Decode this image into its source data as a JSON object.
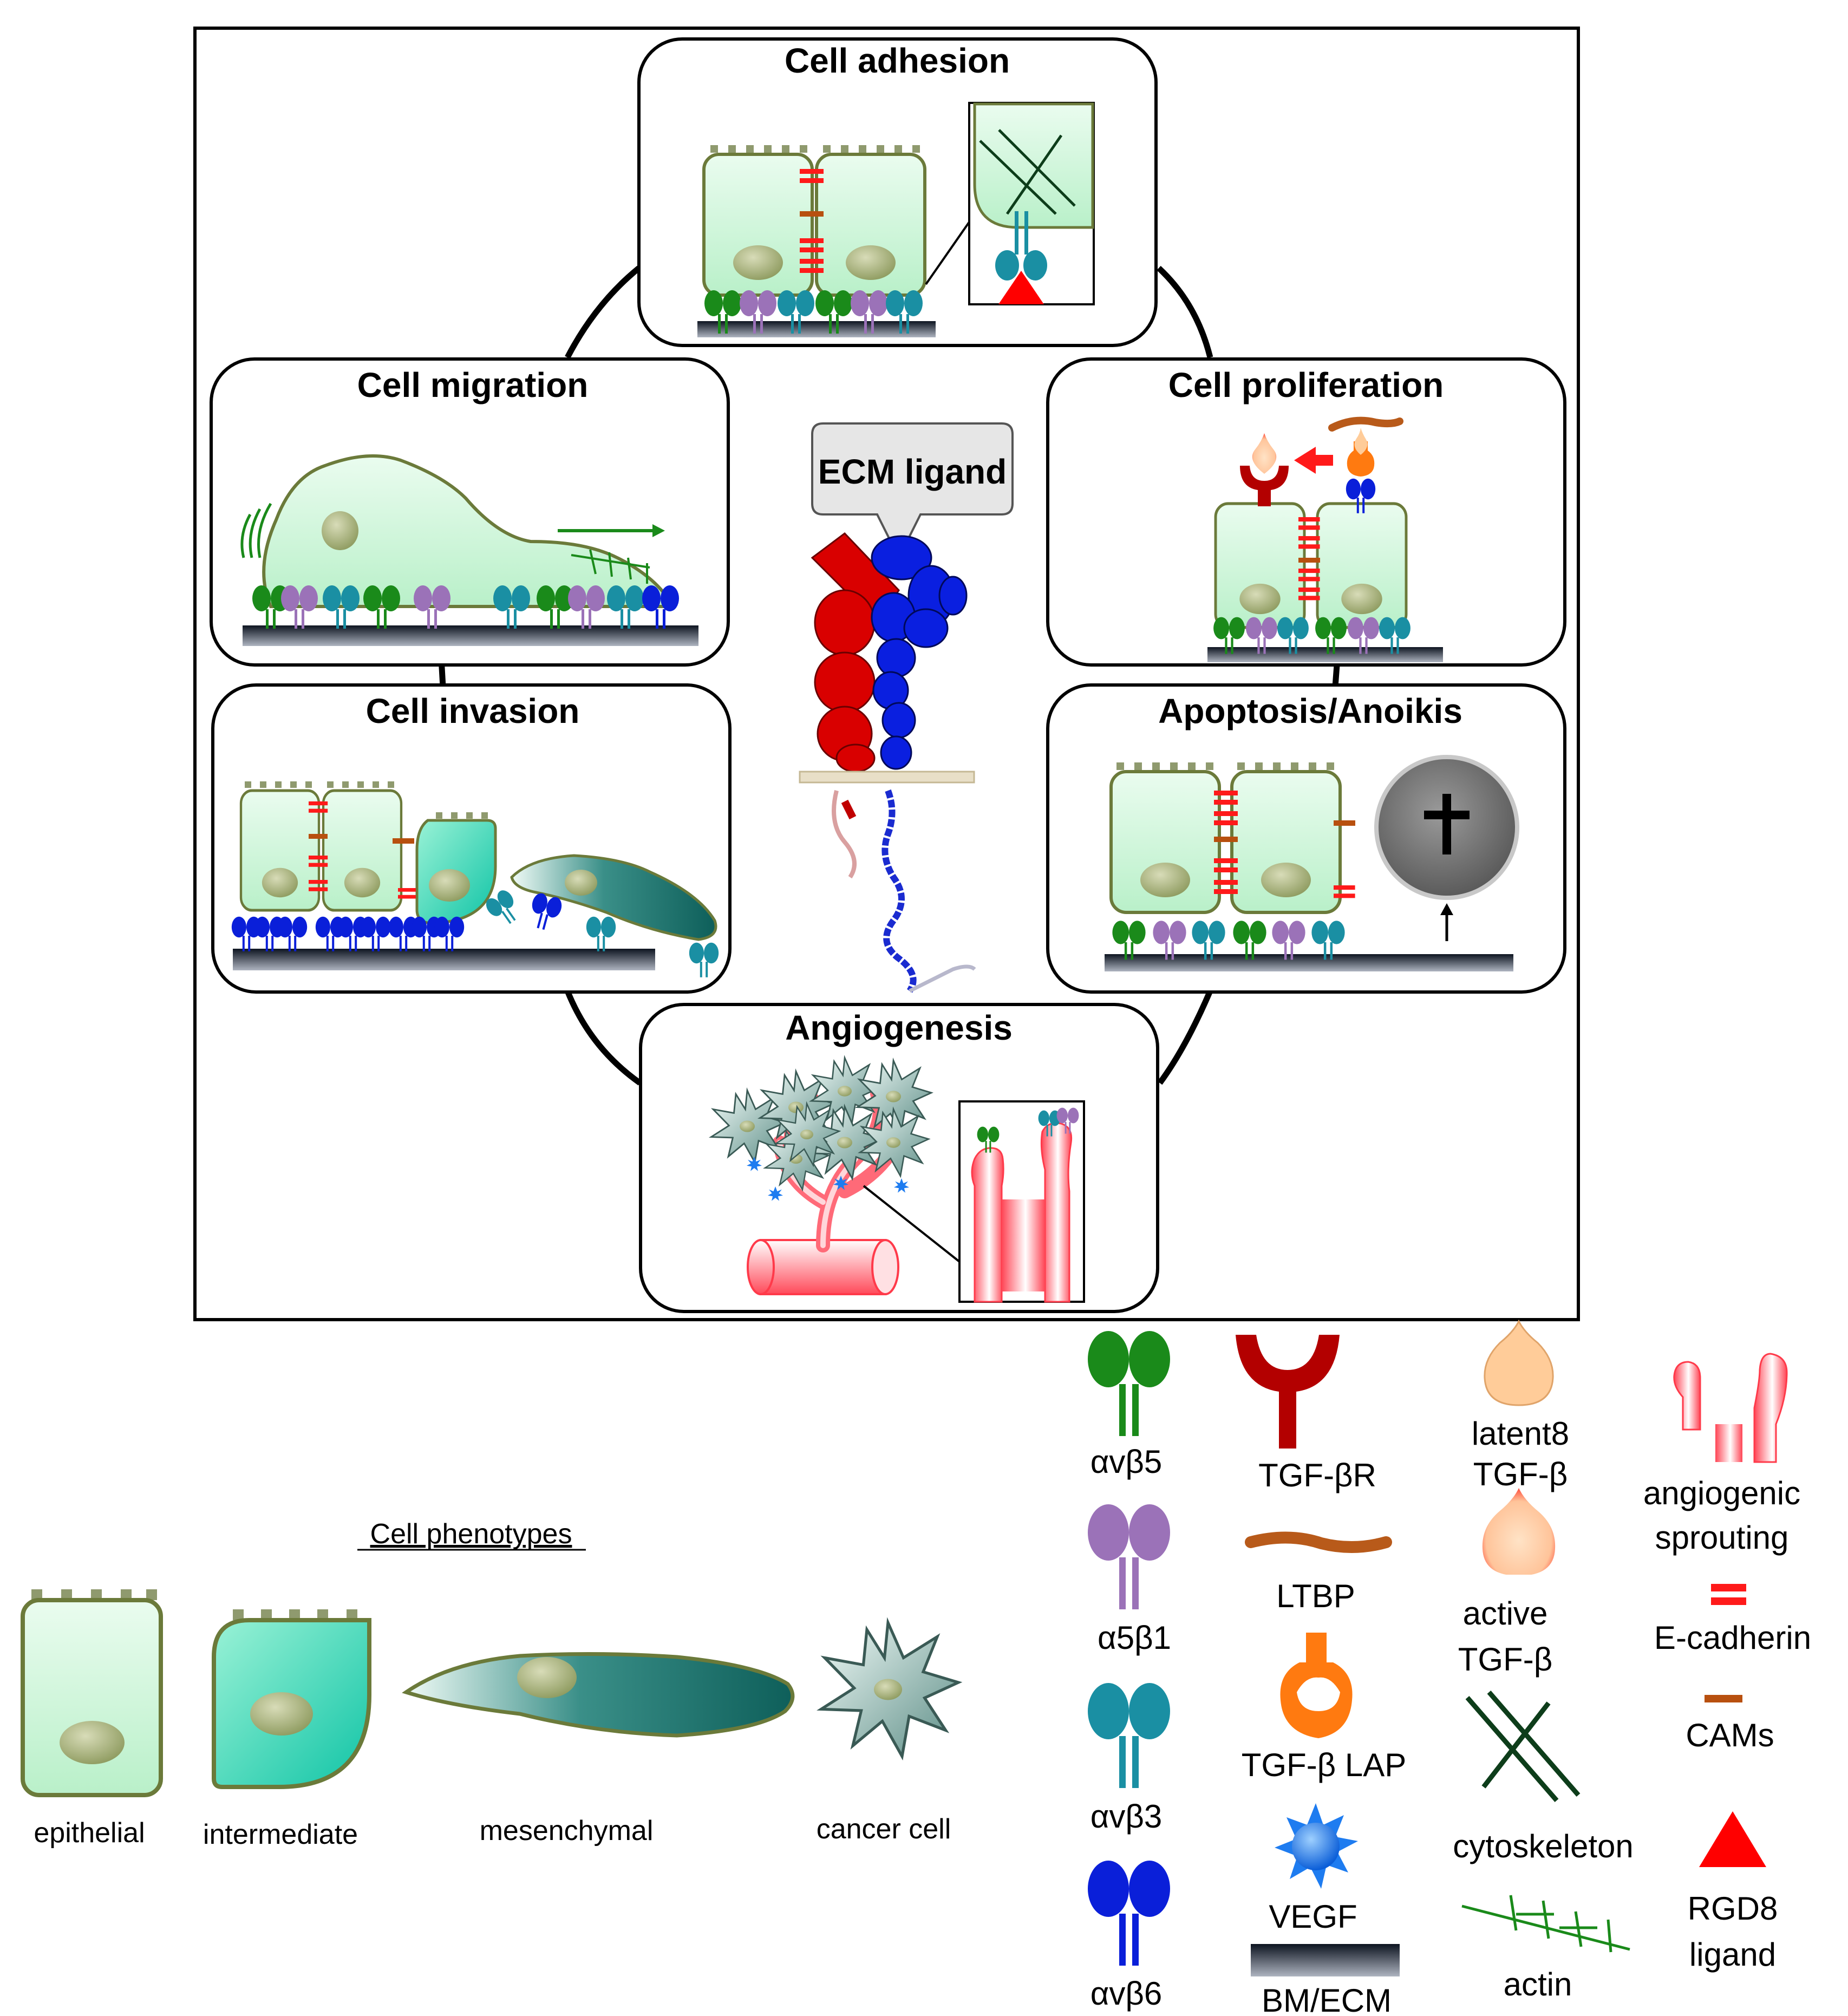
{
  "panels": {
    "adhesion": "Cell adhesion",
    "migration": "Cell migration",
    "proliferation": "Cell proliferation",
    "invasion": "Cell invasion",
    "apoptosis": "Apoptosis/Anoikis",
    "angiogenesis": "Angiogenesis"
  },
  "center": {
    "callout": "ECM ligand"
  },
  "phenotypes": {
    "heading": "Cell phenotypes",
    "epithelial": "epithelial",
    "intermediate": "intermediate",
    "mesenchymal": "mesenchymal",
    "cancer": "cancer cell"
  },
  "legend": {
    "avb5": "αvβ5",
    "a5b1": "α5β1",
    "avb3": "αvβ3",
    "avb6": "αvβ6",
    "tgfbr": "TGF‑βR",
    "ltbp": "LTBP",
    "tgfb_lap": "TGF‑β LAP",
    "vegf": "VEGF",
    "bm_ecm": "BM/ECM",
    "latent_1": "latent8",
    "latent_2": "TGF‑β",
    "active_1": "active",
    "active_2": "TGF‑β",
    "cytoskeleton": "cytoskeleton",
    "actin": "actin",
    "sprout_1": "angiogenic",
    "sprout_2": "sprouting",
    "ecad": "E‑cadherin",
    "cams": "CAMs",
    "rgd_1": "RGD8",
    "rgd_2": "ligand"
  },
  "colors": {
    "avb5": "#1a8a1a",
    "a5b1": "#9b72b8",
    "avb3": "#1a8fa3",
    "avb6": "#0a1fd9",
    "tgfbr": "#b30000",
    "ltbp": "#b85a1a",
    "lap": "#ff7a10",
    "latent": "#ffcc99",
    "vegf": "#1e7cf0",
    "ecad": "#ff1a1a",
    "cams": "#b8500f",
    "rgd": "#ff0000",
    "cell_fill": "#ccf5d9",
    "cell_border": "#6b7a3a",
    "nucleus": "#a4b07a",
    "ecm_ligand_red": "#d90000",
    "ecm_ligand_blue": "#0a1fe0"
  }
}
